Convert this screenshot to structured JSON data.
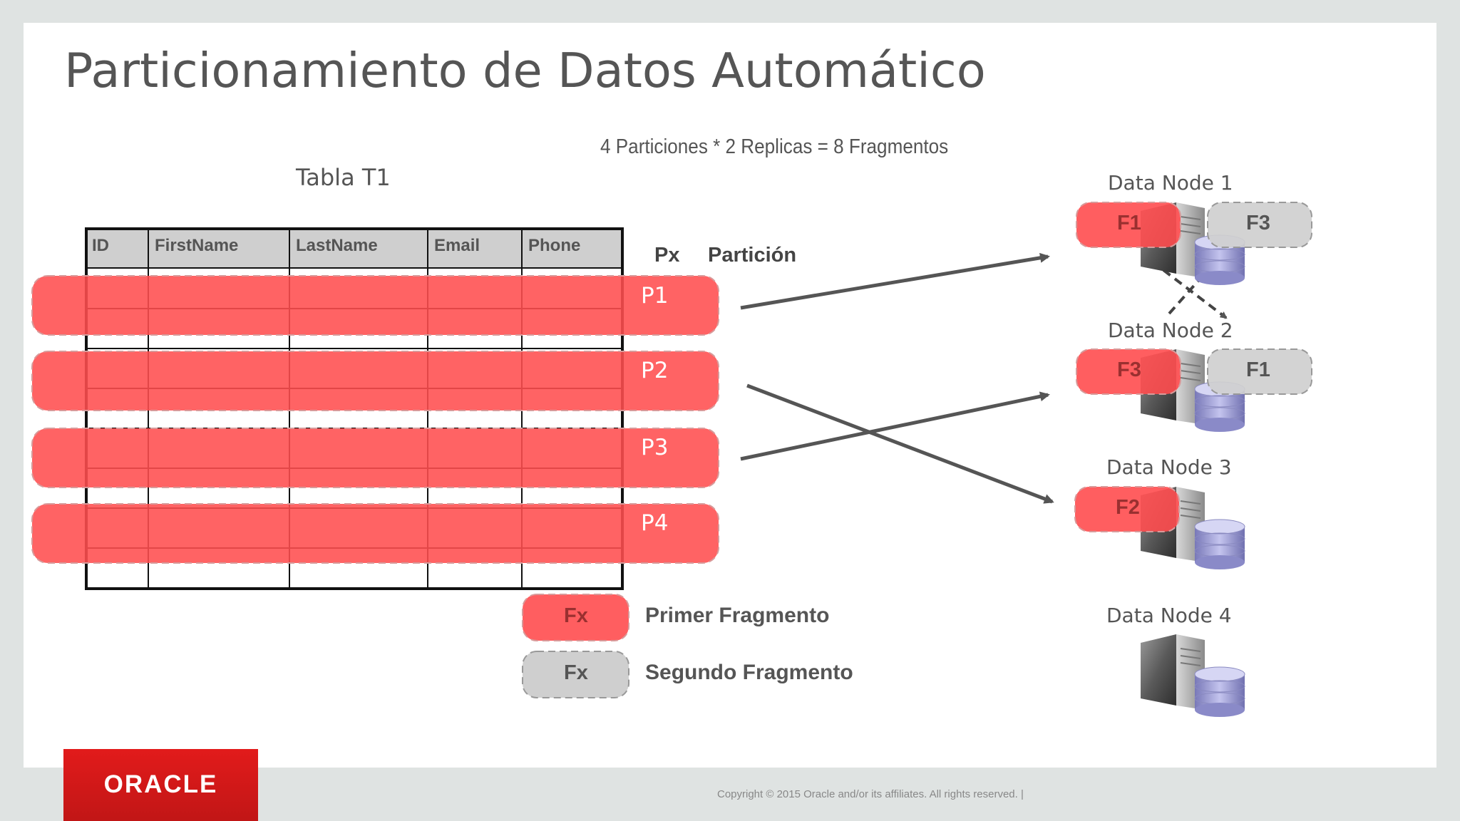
{
  "title": "Particionamiento de Datos Automático",
  "formula": "4 Particiones * 2 Replicas = 8 Fragmentos",
  "table": {
    "caption": "Tabla T1",
    "columns": [
      "ID",
      "FirstName",
      "LastName",
      "Email",
      "Phone"
    ]
  },
  "partition_headers": {
    "px": "Px",
    "partition": "Partición"
  },
  "partitions": [
    "P1",
    "P2",
    "P3",
    "P4"
  ],
  "data_nodes": [
    {
      "title": "Data Node 1",
      "primary": "F1",
      "secondary": "F3"
    },
    {
      "title": "Data Node 2",
      "primary": "F3",
      "secondary": "F1"
    },
    {
      "title": "Data Node 3",
      "primary": "F2",
      "secondary": ""
    },
    {
      "title": "Data Node 4",
      "primary": "",
      "secondary": ""
    }
  ],
  "legend": {
    "primary": {
      "badge": "Fx",
      "label": "Primer Fragmento"
    },
    "secondary": {
      "badge": "Fx",
      "label": "Segundo Fragmento"
    }
  },
  "footer": {
    "logo_text": "ORACLE",
    "copyright": "Copyright © 2015 Oracle and/or its affiliates. All rights reserved.  |"
  },
  "colors": {
    "primary_fragment": "#ff4d4f",
    "secondary_fragment": "#cfcfcf",
    "oracle_red": "#e21b1b"
  }
}
